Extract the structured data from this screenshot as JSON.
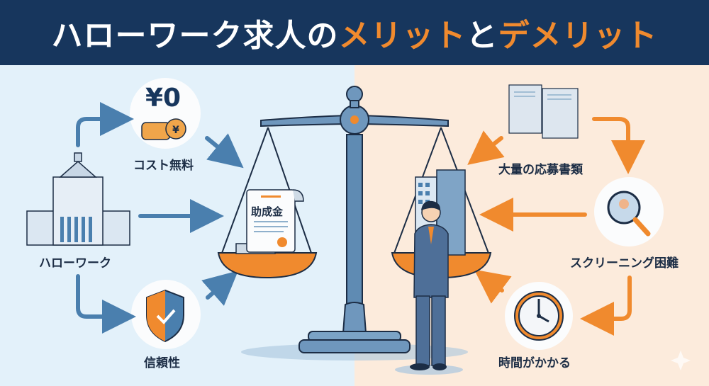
{
  "header": {
    "title_part1": "ハローワーク求人の",
    "title_merit": "メリット",
    "title_and": "と",
    "title_demerit": "デメリット"
  },
  "left_side": {
    "theme": "merits",
    "source": {
      "label": "ハローワーク",
      "icon": "government-building-icon"
    },
    "items": [
      {
        "label": "コスト無料",
        "icon": "yen-zero-coins-icon",
        "icon_text": "¥0"
      },
      {
        "label": "信頼性",
        "icon": "shield-check-icon"
      }
    ],
    "scale_pan_item": {
      "label": "助成金",
      "icon": "certificate-document-icon"
    }
  },
  "right_side": {
    "theme": "demerits",
    "items": [
      {
        "label": "大量の応募書類",
        "icon": "document-pile-icon"
      },
      {
        "label": "スクリーニング困難",
        "icon": "magnifier-person-icon"
      },
      {
        "label": "時間がかかる",
        "icon": "clock-icon"
      }
    ],
    "scale_pan_item": {
      "icon": "office-building-businessman-icon"
    }
  },
  "colors": {
    "header_bg": "#17365d",
    "accent_orange": "#f08a2e",
    "accent_blue": "#4a7fae",
    "left_bg": "#e3f1fa",
    "right_bg": "#fcebdc",
    "text_dark": "#1c2d45"
  }
}
